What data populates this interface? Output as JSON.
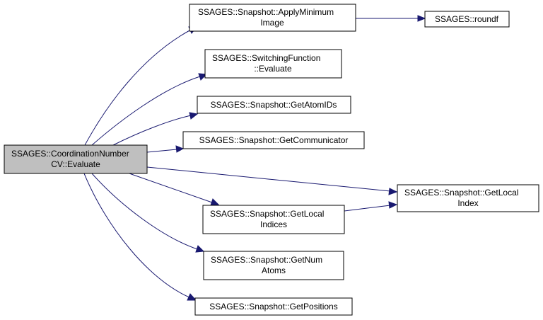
{
  "colors": {
    "edge": "#191970",
    "root_fill": "#bfbfbf",
    "node_fill": "#ffffff",
    "border": "#000000"
  },
  "nodes": {
    "coordination_evaluate": {
      "line1": "SSAGES::CoordinationNumber",
      "line2": "CV::Evaluate"
    },
    "apply_minimum_image": {
      "line1": "SSAGES::Snapshot::ApplyMinimum",
      "line2": "Image"
    },
    "roundf": {
      "line1": "SSAGES::roundf"
    },
    "switching_function_evaluate": {
      "line1": "SSAGES::SwitchingFunction",
      "line2": "::Evaluate"
    },
    "get_atom_ids": {
      "line1": "SSAGES::Snapshot::GetAtomIDs"
    },
    "get_communicator": {
      "line1": "SSAGES::Snapshot::GetCommunicator"
    },
    "get_local_index": {
      "line1": "SSAGES::Snapshot::GetLocal",
      "line2": "Index"
    },
    "get_local_indices": {
      "line1": "SSAGES::Snapshot::GetLocal",
      "line2": "Indices"
    },
    "get_num_atoms": {
      "line1": "SSAGES::Snapshot::GetNum",
      "line2": "Atoms"
    },
    "get_positions": {
      "line1": "SSAGES::Snapshot::GetPositions"
    }
  }
}
